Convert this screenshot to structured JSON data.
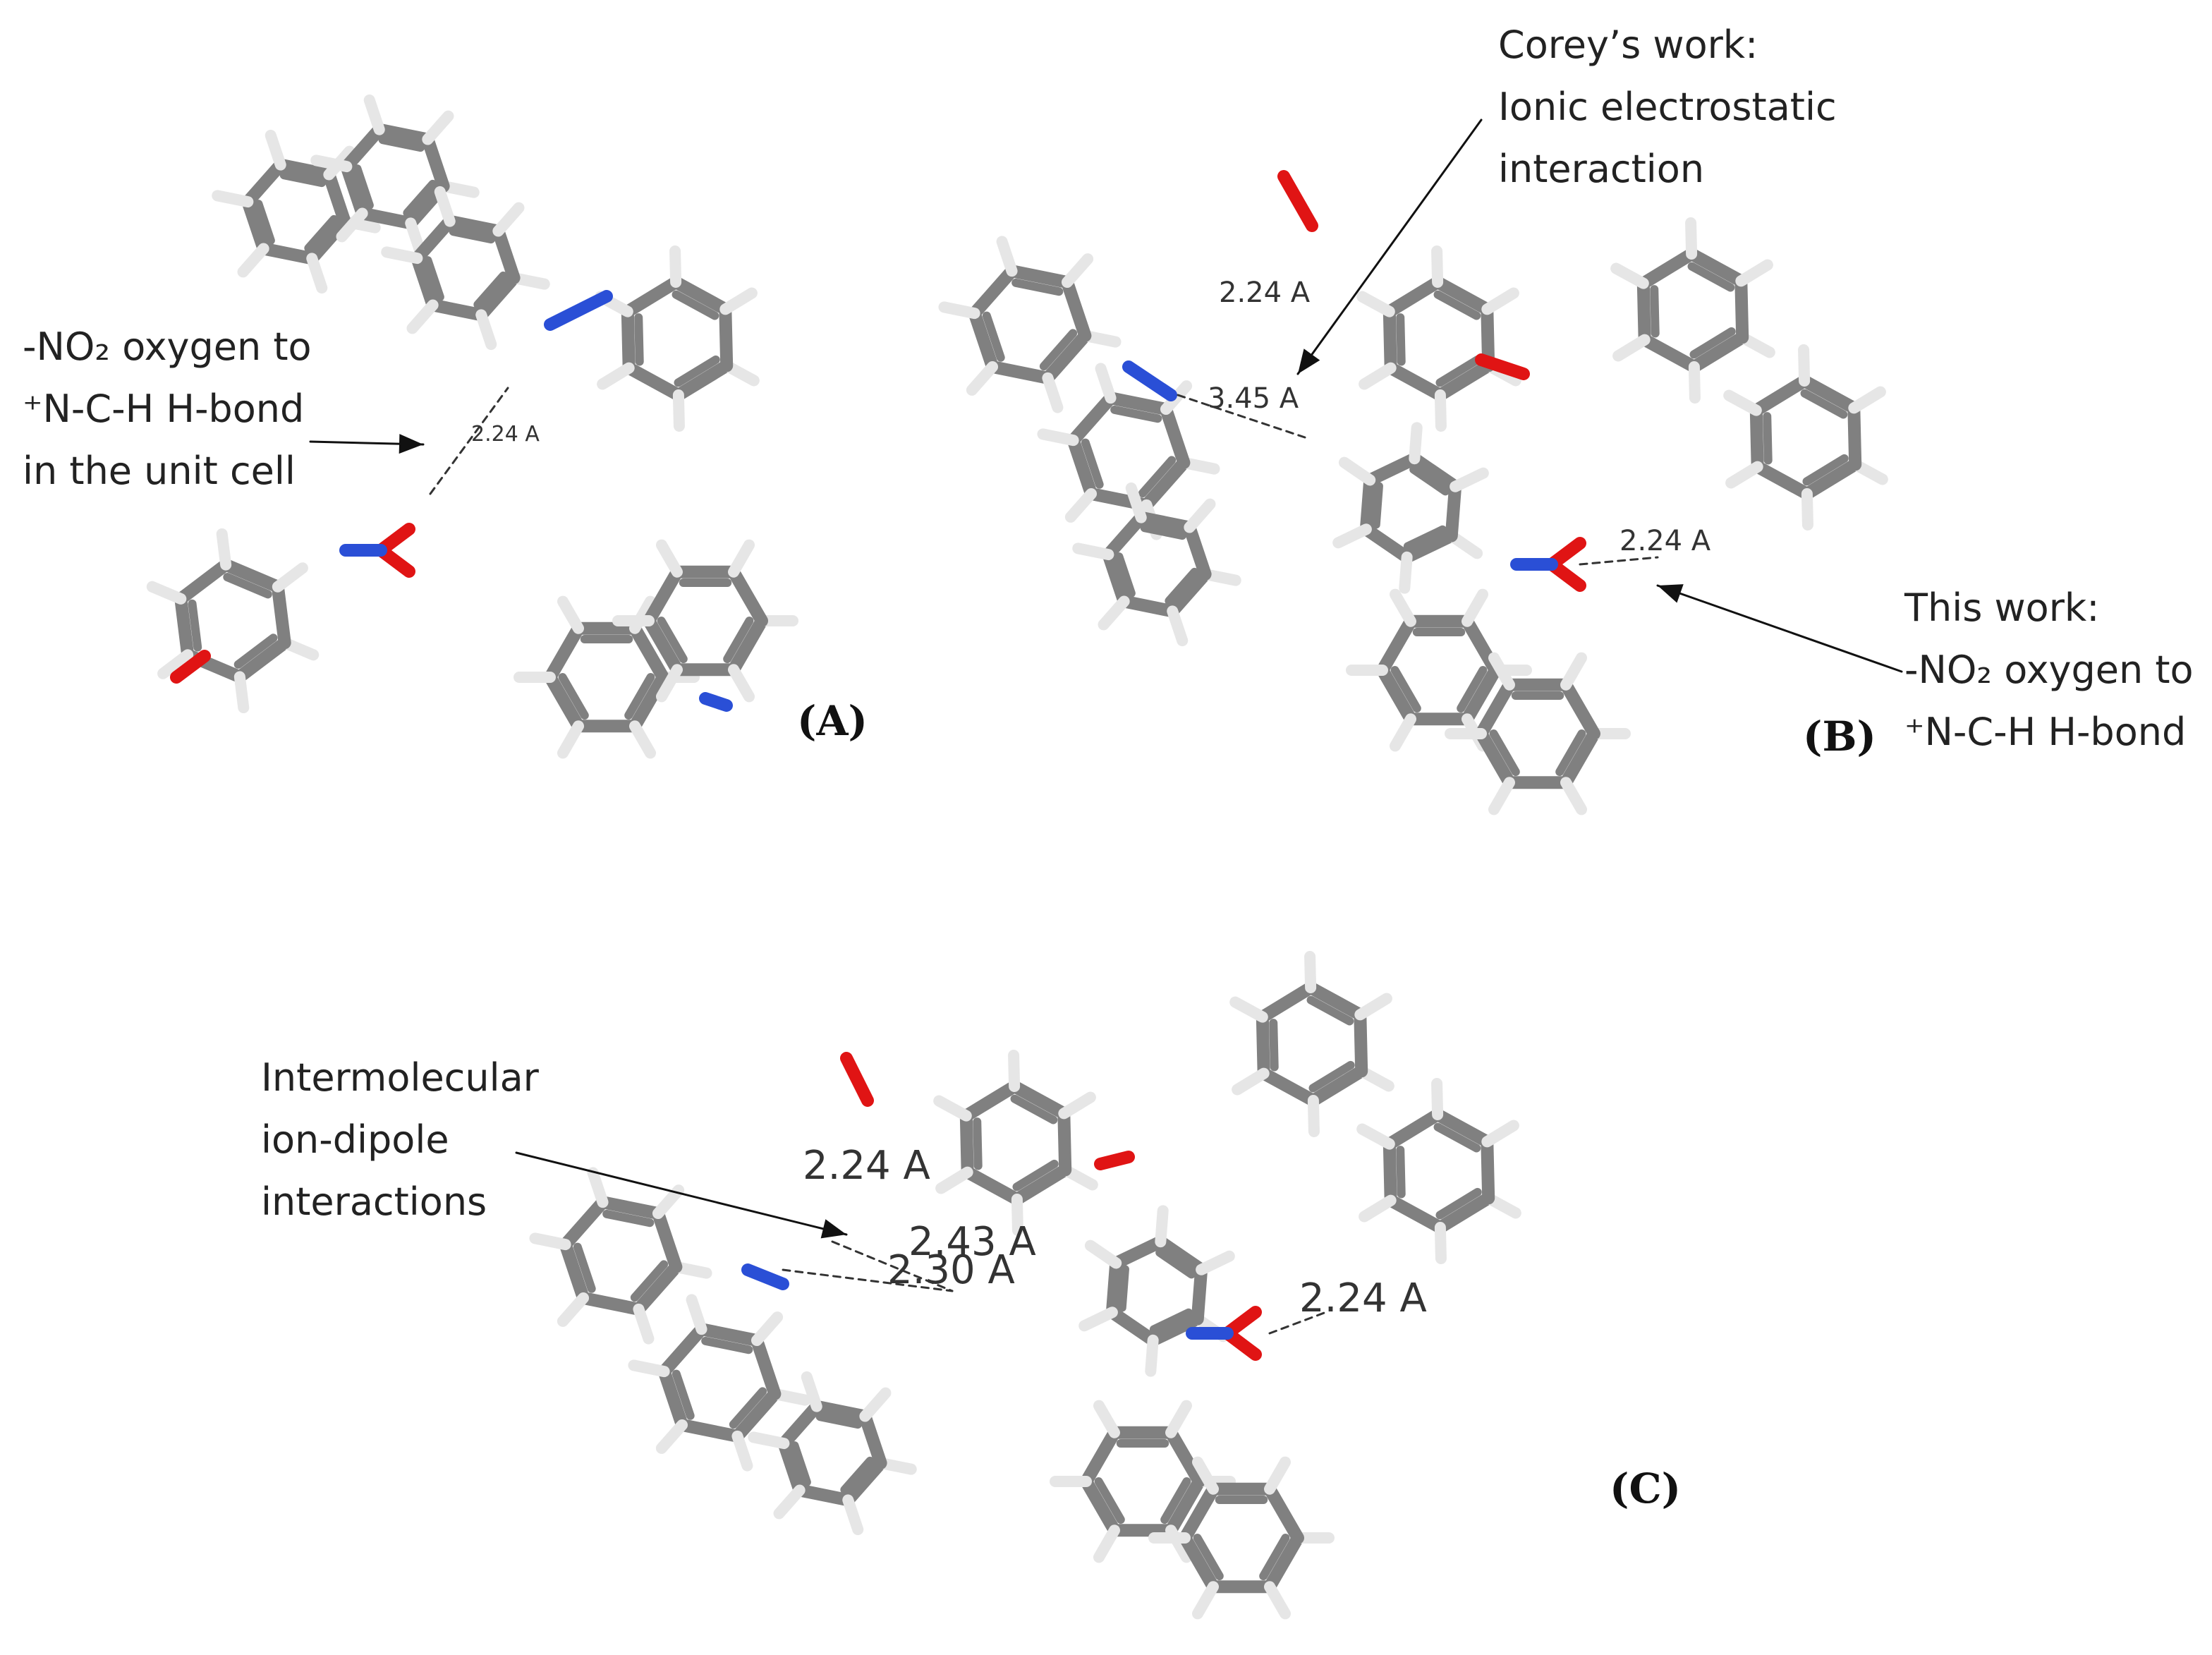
{
  "annotations": {
    "a_hbond": [
      "-NO₂ oxygen to",
      "⁺N-C-H H-bond",
      "in the unit cell"
    ],
    "corey": [
      "Corey’s work:",
      "Ionic electrostatic",
      "interaction"
    ],
    "this_work": [
      "This work:",
      "-NO₂ oxygen to",
      "⁺N-C-H H-bond"
    ],
    "ion_dipole": [
      "Intermolecular",
      "ion-dipole",
      "interactions"
    ]
  },
  "panels": {
    "a": "(A)",
    "b": "(B)",
    "c": "(C)"
  },
  "distances": {
    "a_hbond": "2.24 A",
    "b_top": "2.24 A",
    "b_ionic": "3.45 A",
    "b_hbond": "2.24 A",
    "c_top": "2.24 A",
    "c_ion1": "2.43 A",
    "c_ion2": "2.30 A",
    "c_hbond": "2.24 A"
  },
  "colors": {
    "carbon": "#808080",
    "hydrogen": "#e6e6e6",
    "nitrogen": "#2a4fd6",
    "oxygen": "#e01414",
    "text": "#222222"
  }
}
